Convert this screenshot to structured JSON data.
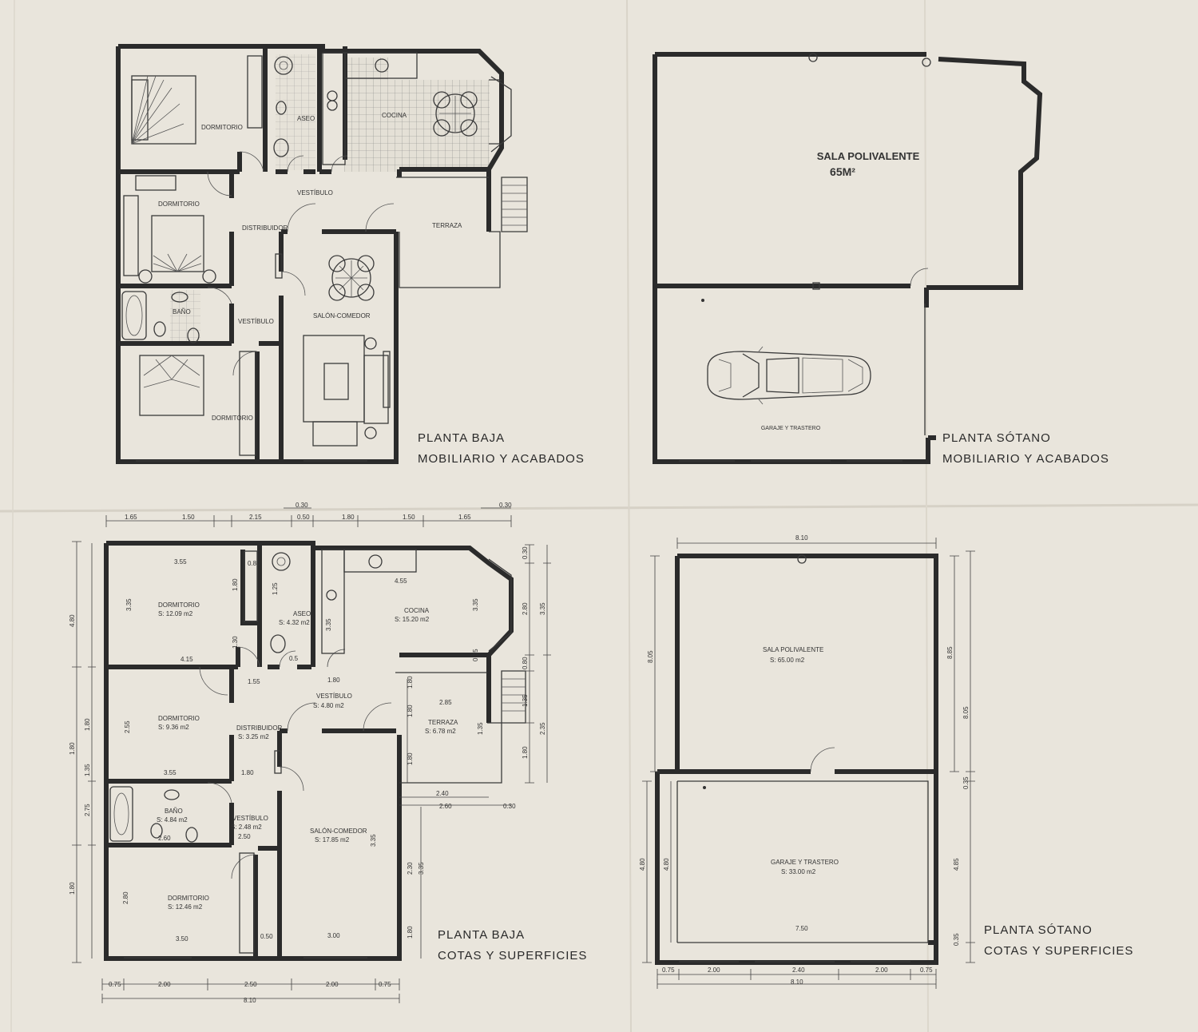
{
  "sheet": {
    "background": "#e9e5dc",
    "line_color": "#2b2b2b"
  },
  "plans": {
    "ground_furniture": {
      "caption_line1": "PLANTA BAJA",
      "caption_line2": "MOBILIARIO Y ACABADOS",
      "rooms": {
        "dormitorio_1": "DORMITORIO",
        "aseo": "ASEO",
        "cocina": "COCINA",
        "dormitorio_2": "DORMITORIO",
        "vestibulo_1": "VESTÍBULO",
        "distribuidor": "DISTRIBUIDOR",
        "terraza": "TERRAZA",
        "bano": "BAÑO",
        "vestibulo_2": "VESTÍBULO",
        "salon": "SALÓN-COMEDOR",
        "dormitorio_3": "DORMITORIO"
      }
    },
    "basement_furniture": {
      "caption_line1": "PLANTA SÓTANO",
      "caption_line2": "MOBILIARIO Y ACABADOS",
      "sala_label": "SALA POLIVALENTE",
      "sala_area": "65M²",
      "garaje_label": "GARAJE Y TRASTERO"
    },
    "ground_dims": {
      "caption_line1": "PLANTA BAJA",
      "caption_line2": "COTAS Y SUPERFICIES",
      "rooms": [
        {
          "name": "DORMITORIO",
          "area": "S: 12.09 m2"
        },
        {
          "name": "ASEO",
          "area": "S: 4.32 m2"
        },
        {
          "name": "COCINA",
          "area": "S: 15.20 m2"
        },
        {
          "name": "VESTÍBULO",
          "area": "S: 4.80 m2"
        },
        {
          "name": "DORMITORIO",
          "area": "S: 9.36 m2"
        },
        {
          "name": "DISTRIBUIDOR",
          "area": "S: 3.25 m2"
        },
        {
          "name": "TERRAZA",
          "area": "S: 6.78 m2"
        },
        {
          "name": "BAÑO",
          "area": "S: 4.84 m2"
        },
        {
          "name": "VESTÍBULO",
          "area": "S: 2.48 m2"
        },
        {
          "name": "SALÓN-COMEDOR",
          "area": "S: 17.85 m2"
        },
        {
          "name": "DORMITORIO",
          "area": "S: 12.46 m2"
        }
      ],
      "top_dims": [
        "1.65",
        "1.50",
        "2.15",
        "0.50",
        "1.80",
        "1.50",
        "1.65"
      ],
      "top_small_dims": [
        "0.30",
        "0.30"
      ],
      "bottom_dims": [
        "0.75",
        "2.00",
        "2.50",
        "2.00",
        "0.75"
      ],
      "total": "8.10",
      "left_outer": [
        "4.80",
        "1.80",
        "1.80"
      ],
      "left_inner": [
        "1.80",
        "1.35",
        "2.75"
      ],
      "right_dims": [
        "0.30",
        "3.35",
        "2.80",
        "0.80",
        "1.35",
        "2.35",
        "1.80"
      ],
      "inner_dims": {
        "d1_top": "3.55",
        "d1_bottom": "4.15",
        "d1_left": "3.35",
        "d1_closet": "1.80",
        "d1_closet_w": "0.80",
        "d1_side": "1.30",
        "aseo_side": "1.25",
        "cocina_top": "4.55",
        "cocina_left": "3.35",
        "cocina_right": "3.35",
        "cocina_bottom": "0.35",
        "vest_left": "1.55",
        "vest_top": "1.80",
        "vest_small": "0.5",
        "d2_left": "2.55",
        "d2_bottom": "3.55",
        "dist_bottom": "1.80",
        "terr_top": "2.85",
        "terr_left": "1.80",
        "terr_right": "1.35",
        "terr_h": "1.80",
        "terr_bottom1": "2.40",
        "terr_bottom2": "2.60",
        "terr_small": "0.30",
        "bano_bottom": "2.60",
        "vest2_bottom": "2.50",
        "salon_right": "3.35",
        "salon_side1": "2.30",
        "salon_side2": "3.35",
        "salon_side3": "1.80",
        "salon_bottom": "3.00",
        "d3_left": "2.80",
        "d3_bottom": "3.50",
        "d3_closet": "0.50",
        "terr_small2": "1.80"
      }
    },
    "basement_dims": {
      "caption_line1": "PLANTA SÓTANO",
      "caption_line2": "COTAS Y SUPERFICIES",
      "sala_label": "SALA POLIVALENTE",
      "sala_area": "S: 65.00 m2",
      "garaje_label": "GARAJE Y TRASTERO",
      "garaje_area": "S: 33.00 m2",
      "top_total": "8.10",
      "bottom_dims": [
        "0.75",
        "2.00",
        "2.40",
        "2.00",
        "0.75"
      ],
      "bottom_total": "8.10",
      "inner_bottom": "7.50",
      "left_dims": [
        "8.05",
        "4.80"
      ],
      "left_inner": "4.80",
      "right_dims": [
        "8.85",
        "8.05",
        "0.35",
        "4.85",
        "0.35"
      ]
    }
  }
}
